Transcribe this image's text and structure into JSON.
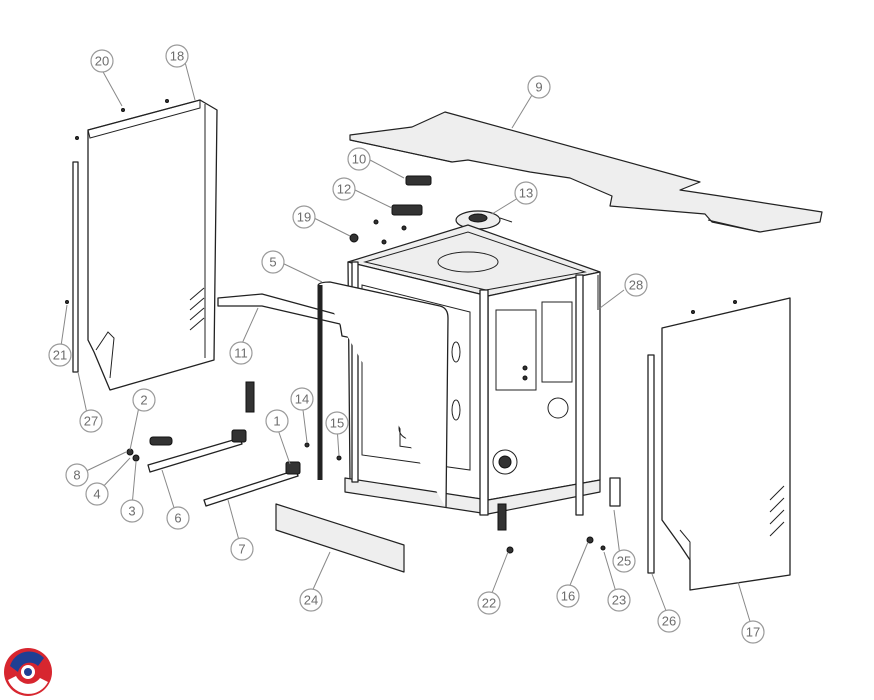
{
  "callouts": [
    {
      "id": "c1",
      "label": "1"
    },
    {
      "id": "c2",
      "label": "2"
    },
    {
      "id": "c3",
      "label": "3"
    },
    {
      "id": "c4",
      "label": "4"
    },
    {
      "id": "c5",
      "label": "5"
    },
    {
      "id": "c6",
      "label": "6"
    },
    {
      "id": "c7",
      "label": "7"
    },
    {
      "id": "c8",
      "label": "8"
    },
    {
      "id": "c9",
      "label": "9"
    },
    {
      "id": "c10",
      "label": "10"
    },
    {
      "id": "c11",
      "label": "11"
    },
    {
      "id": "c12",
      "label": "12"
    },
    {
      "id": "c13",
      "label": "13"
    },
    {
      "id": "c14",
      "label": "14"
    },
    {
      "id": "c15",
      "label": "15"
    },
    {
      "id": "c16",
      "label": "16"
    },
    {
      "id": "c17",
      "label": "17"
    },
    {
      "id": "c18",
      "label": "18"
    },
    {
      "id": "c19",
      "label": "19"
    },
    {
      "id": "c20",
      "label": "20"
    },
    {
      "id": "c21",
      "label": "21"
    },
    {
      "id": "c22",
      "label": "22"
    },
    {
      "id": "c23",
      "label": "23"
    },
    {
      "id": "c24",
      "label": "24"
    },
    {
      "id": "c25",
      "label": "25"
    },
    {
      "id": "c26",
      "label": "26"
    },
    {
      "id": "c27",
      "label": "27"
    },
    {
      "id": "c28",
      "label": "28"
    }
  ],
  "logo": {
    "colors": [
      "#d7262f",
      "#1f3f93"
    ]
  }
}
